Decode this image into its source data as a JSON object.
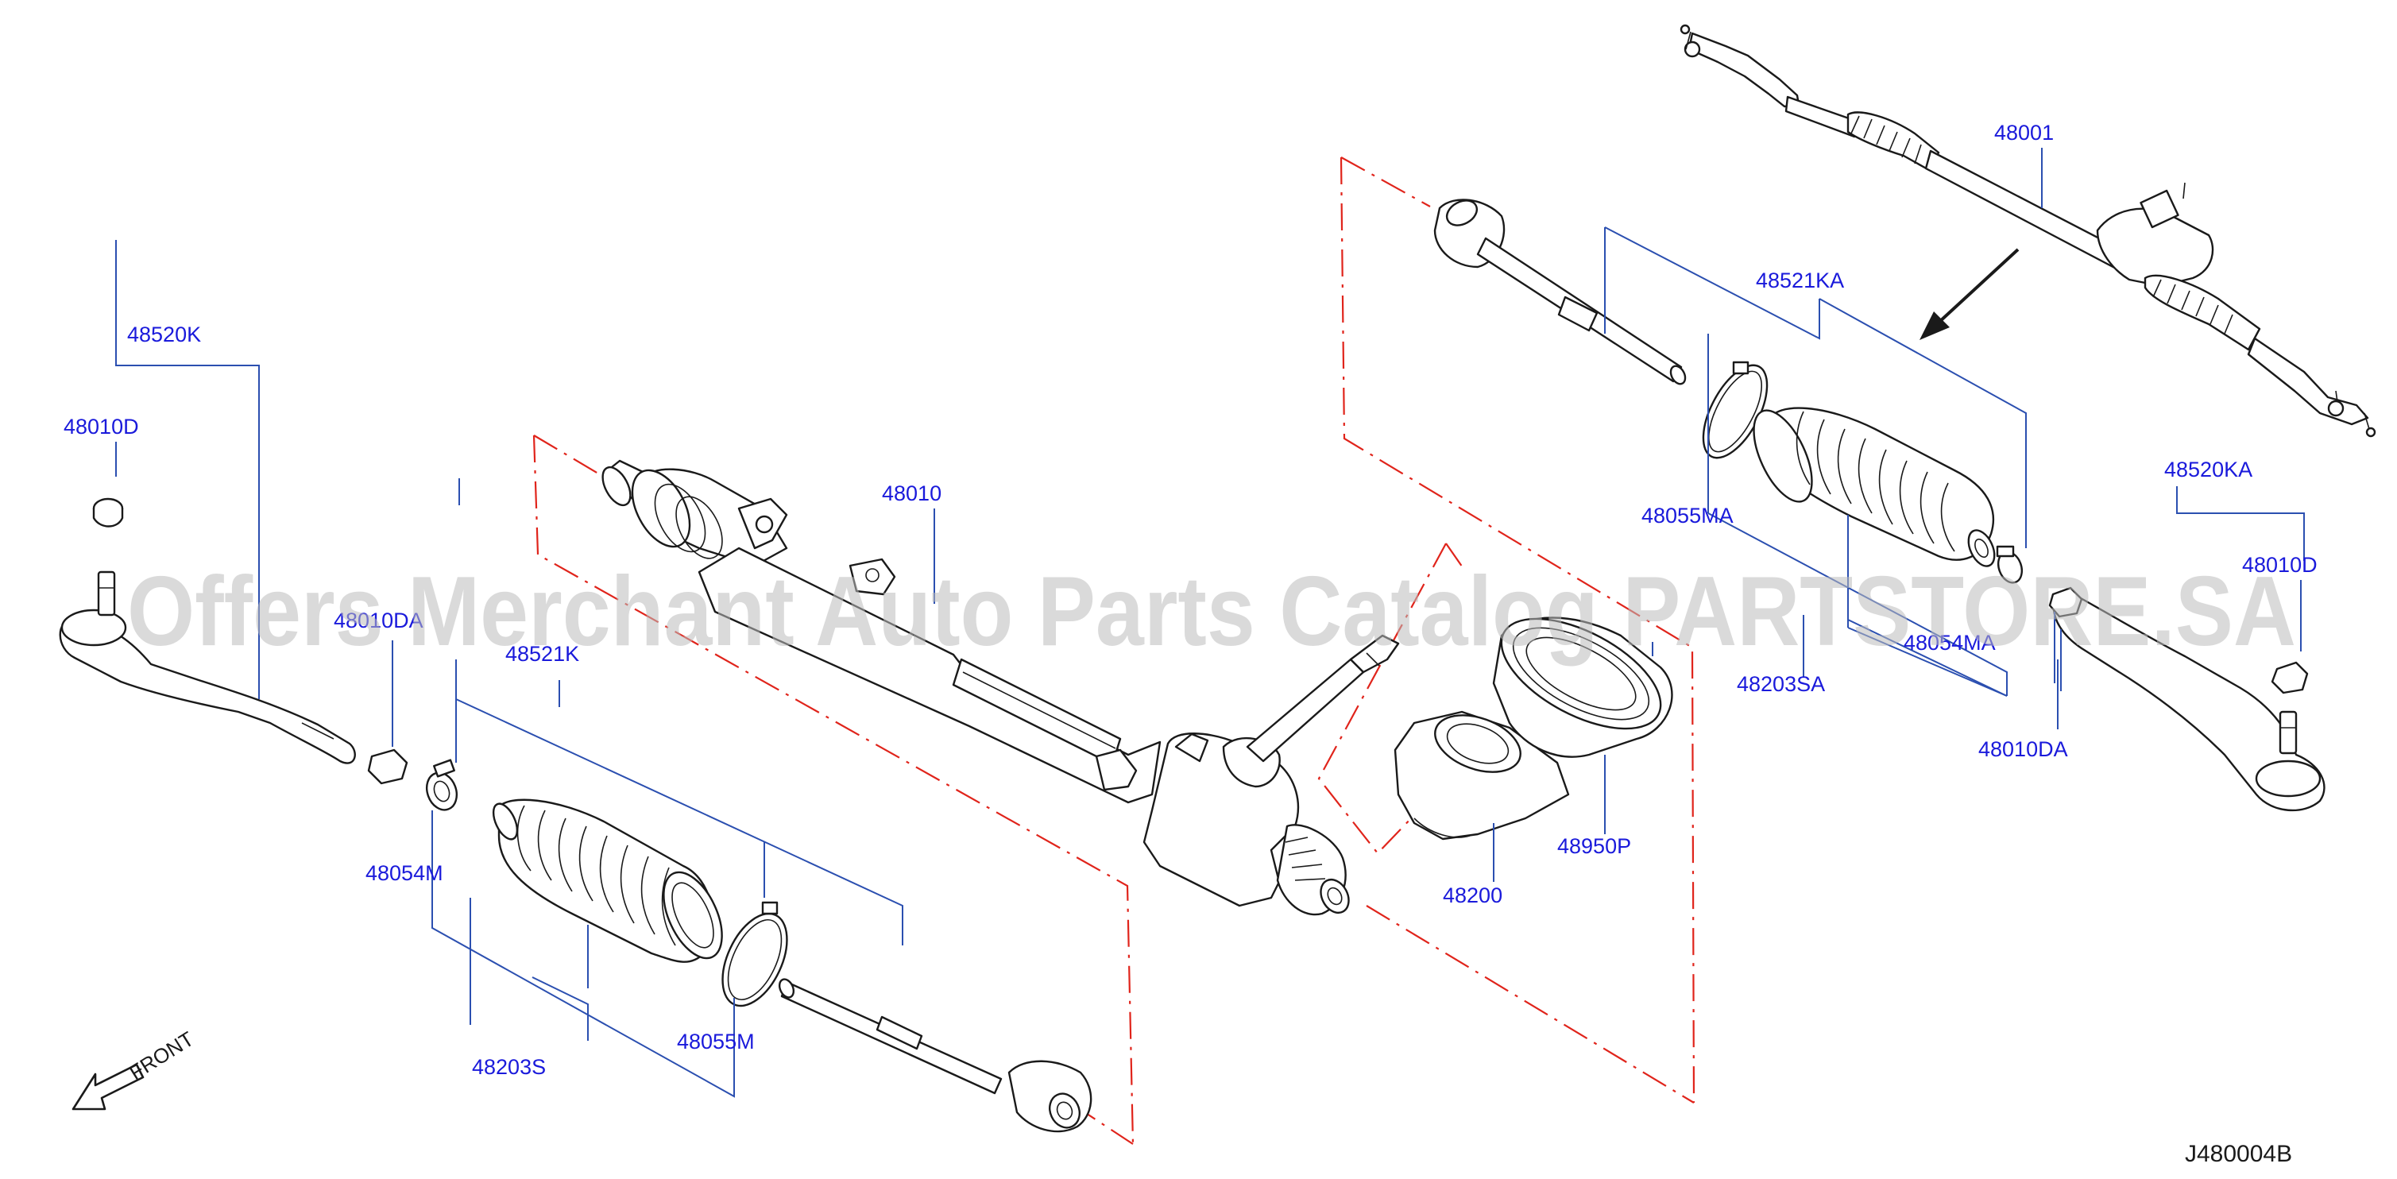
{
  "diagram": {
    "diagram_code": "J480004B",
    "front_label": "FRONT",
    "watermark": "Offers Merchant Auto Parts Catalog PARTSTORE.SA",
    "colors": {
      "label": "#1a1adb",
      "leader": "#2b4fb0",
      "explode": "#e0241b",
      "line": "#1a1a1a",
      "watermark": "#bdbdbd"
    },
    "parts": [
      {
        "id": "48001"
      },
      {
        "id": "48010"
      },
      {
        "id": "48010D"
      },
      {
        "id": "48010D"
      },
      {
        "id": "48010DA"
      },
      {
        "id": "48010DA"
      },
      {
        "id": "48054M"
      },
      {
        "id": "48054MA"
      },
      {
        "id": "48055M"
      },
      {
        "id": "48055MA"
      },
      {
        "id": "48200"
      },
      {
        "id": "48203S"
      },
      {
        "id": "48203SA"
      },
      {
        "id": "48520K"
      },
      {
        "id": "48520KA"
      },
      {
        "id": "48521K"
      },
      {
        "id": "48521KA"
      },
      {
        "id": "48950P"
      }
    ]
  }
}
